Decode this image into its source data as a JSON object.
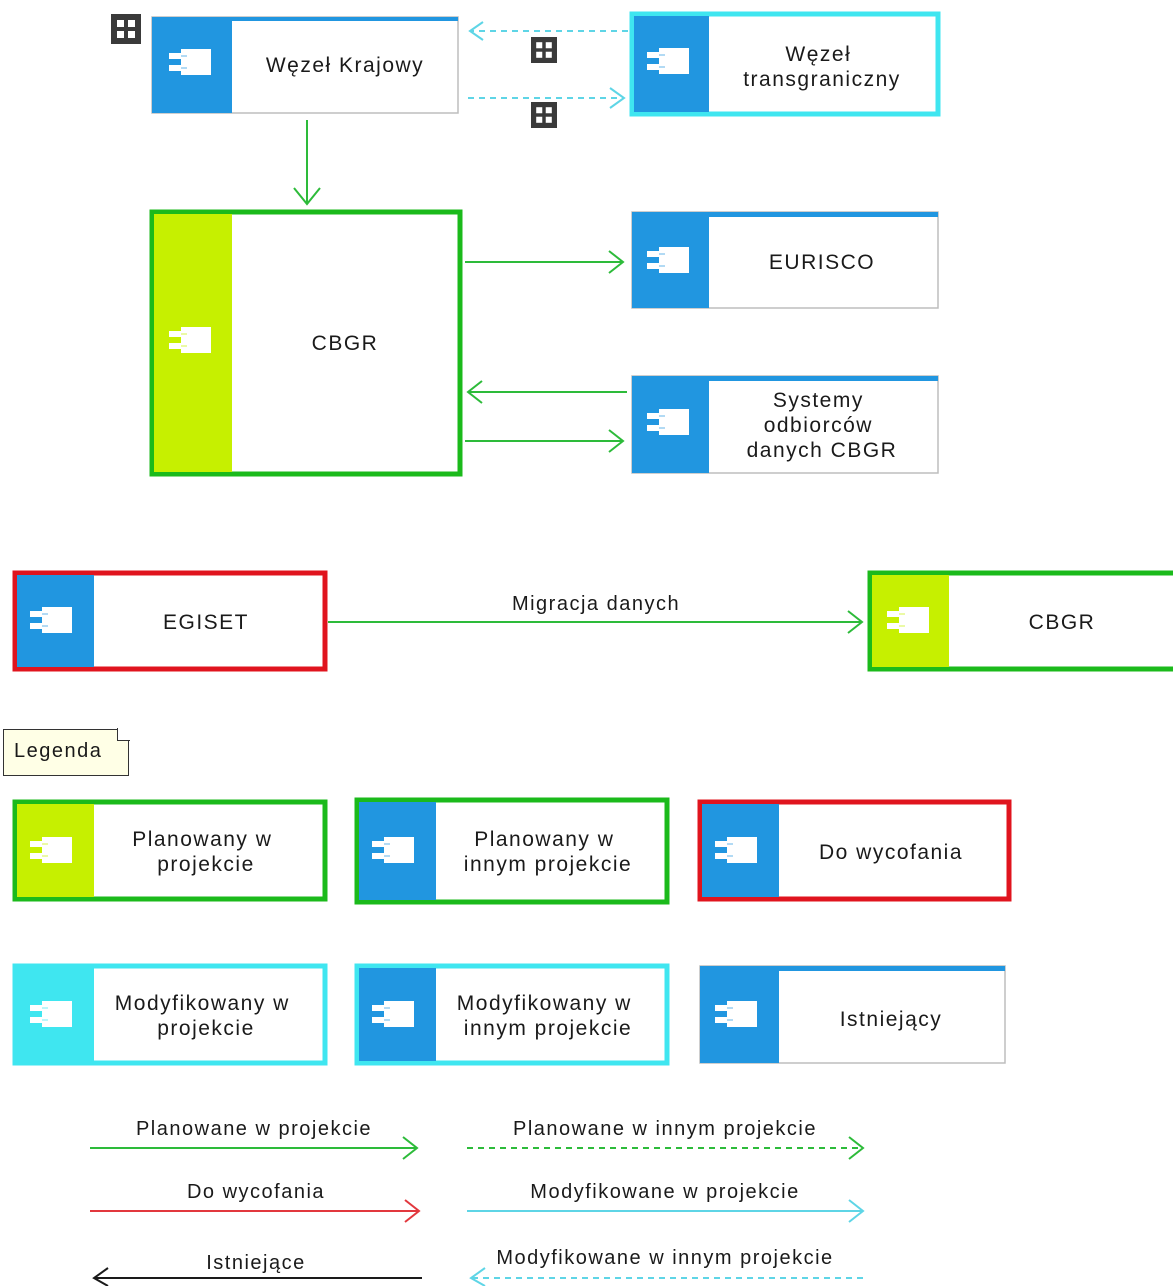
{
  "colors": {
    "existing_bar": "#2196e0",
    "planned_bar": "#c6f000",
    "green_border": "#1bba1b",
    "red_border": "#e0141e",
    "cyan_border": "#3fe6f0",
    "grey_border": "#bdbdbd",
    "edge_green": "#2dbb3a",
    "edge_cyan": "#5ed5e6",
    "edge_red": "#e2383e",
    "edge_black": "#1a1a1a"
  },
  "nodes": [
    {
      "id": "wezel-krajowy",
      "lines": [
        "Węzeł Krajowy"
      ],
      "bar": "existing",
      "border": "existing"
    },
    {
      "id": "wezel-transgraniczny",
      "lines": [
        "Węzeł",
        "transgraniczny"
      ],
      "bar": "existing",
      "border": "cyan"
    },
    {
      "id": "cbgr-main",
      "lines": [
        "CBGR"
      ],
      "bar": "planned",
      "border": "green"
    },
    {
      "id": "eurisco",
      "lines": [
        "EURISCO"
      ],
      "bar": "existing",
      "border": "existing"
    },
    {
      "id": "systemy-odbiorcow",
      "lines": [
        "Systemy",
        "odbiorców",
        "danych CBGR"
      ],
      "bar": "existing",
      "border": "existing"
    },
    {
      "id": "egiset",
      "lines": [
        "EGISET"
      ],
      "bar": "existing",
      "border": "red"
    },
    {
      "id": "cbgr-migration",
      "lines": [
        "CBGR"
      ],
      "bar": "planned",
      "border": "green"
    }
  ],
  "edges": [
    {
      "from": "wezel-transgraniczny",
      "to": "wezel-krajowy",
      "style": "cyan-dashed"
    },
    {
      "from": "wezel-krajowy",
      "to": "wezel-transgraniczny",
      "style": "cyan-dashed"
    },
    {
      "from": "wezel-krajowy",
      "to": "cbgr-main",
      "style": "green-solid"
    },
    {
      "from": "cbgr-main",
      "to": "eurisco",
      "style": "green-solid"
    },
    {
      "from": "systemy-odbiorcow",
      "to": "cbgr-main",
      "style": "green-solid"
    },
    {
      "from": "cbgr-main",
      "to": "systemy-odbiorcow",
      "style": "green-solid"
    },
    {
      "from": "egiset",
      "to": "cbgr-migration",
      "style": "green-solid",
      "label": "Migracja danych"
    }
  ],
  "legend": {
    "title": "Legenda",
    "nodes": [
      {
        "id": "planned",
        "lines": [
          "Planowany w",
          "projekcie"
        ],
        "bar": "planned",
        "border": "green"
      },
      {
        "id": "planned-other",
        "lines": [
          "Planowany w",
          "innym projekcie"
        ],
        "bar": "existing",
        "border": "green"
      },
      {
        "id": "retire",
        "lines": [
          "Do wycofania"
        ],
        "bar": "existing",
        "border": "red"
      },
      {
        "id": "modified",
        "lines": [
          "Modyfikowany w",
          "projekcie"
        ],
        "bar": "cyan",
        "border": "cyan"
      },
      {
        "id": "modified-other",
        "lines": [
          "Modyfikowany w",
          "innym projekcie"
        ],
        "bar": "existing",
        "border": "cyan"
      },
      {
        "id": "existing",
        "lines": [
          "Istniejący"
        ],
        "bar": "existing",
        "border": "existing"
      }
    ],
    "edges": [
      {
        "id": "planned-edge",
        "label": "Planowane w projekcie",
        "style": "green-solid"
      },
      {
        "id": "planned-other-edge",
        "label": "Planowane w innym projekcie",
        "style": "green-dashed"
      },
      {
        "id": "retire-edge",
        "label": "Do wycofania",
        "style": "red-solid"
      },
      {
        "id": "modified-edge",
        "label": "Modyfikowane w projekcie",
        "style": "cyan-solid"
      },
      {
        "id": "existing-edge",
        "label": "Istniejące",
        "style": "black-solid-reverse"
      },
      {
        "id": "modified-other-edge",
        "label": "Modyfikowane w innym projekcie",
        "style": "cyan-dashed-reverse"
      }
    ]
  }
}
